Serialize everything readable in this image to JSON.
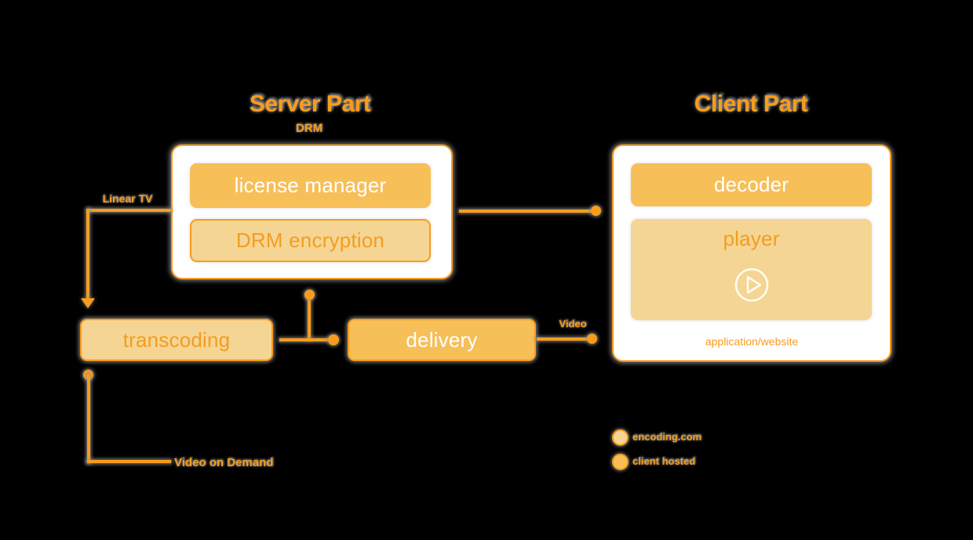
{
  "colors": {
    "accent": "#F89C1C",
    "fill_solid": "#F7BF58",
    "fill_pale": "#F5D593",
    "container_bg": "#FFFFFF",
    "text_on_solid": "#FFFFFF",
    "text_on_pale": "#F39D22",
    "background": "#000000",
    "shadow_gray": "#919191"
  },
  "server_section": {
    "title": "Server Part",
    "subtitle": "DRM",
    "boxes": [
      {
        "label": "license manager"
      },
      {
        "label": "DRM encryption"
      }
    ]
  },
  "client_section": {
    "title": "Client Part",
    "boxes": [
      {
        "label": "decoder"
      },
      {
        "label": "player"
      }
    ],
    "caption": "application/website"
  },
  "nodes": {
    "transcoding": "transcoding",
    "delivery": "delivery"
  },
  "edge_labels": {
    "linear_tv": "Linear TV",
    "video": "Video",
    "video_on_demand": "Video on Demand"
  },
  "legend": {
    "items": [
      {
        "label": "encoding.com",
        "swatch": "pale"
      },
      {
        "label": "client hosted",
        "swatch": "solid"
      }
    ]
  },
  "icons": {
    "play": "play-icon"
  }
}
